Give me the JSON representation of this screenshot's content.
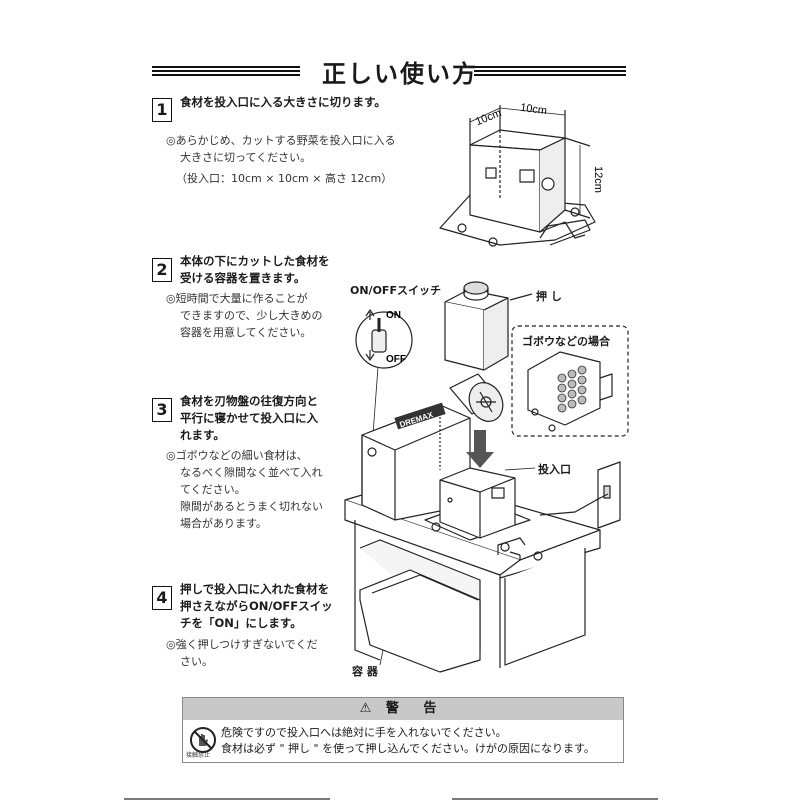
{
  "title": "正しい使い方",
  "steps": [
    {
      "num": "1",
      "title": "食材を投入口に入る大きさに切ります。",
      "notes": [
        "◎あらかじめ、カットする野菜を投入口に入る",
        "大きさに切ってください。",
        "（投入口：10cm × 10cm × 高さ 12cm）"
      ]
    },
    {
      "num": "2",
      "title_lines": [
        "本体の下にカットした食材を",
        "受ける容器を置きます。"
      ],
      "notes": [
        "◎短時間で大量に作ることが",
        "できますので、少し大きめの",
        "容器を用意してください。"
      ]
    },
    {
      "num": "3",
      "title_lines": [
        "食材を刃物盤の往復方向と",
        "平行に寝かせて投入口に入",
        "れます。"
      ],
      "notes": [
        "◎ゴボウなどの細い食材は、",
        "なるべく隙間なく並べて入れ",
        "てください。",
        "隙間があるとうまく切れない",
        "場合があります。"
      ]
    },
    {
      "num": "4",
      "title_lines": [
        "押しで投入口に入れた食材を",
        "押さえながらON/OFFスイッ"
      ],
      "title_line3_pre": "チを「",
      "title_line3_bold": "ON",
      "title_line3_post": "」にします。",
      "notes": [
        "◎強く押しつけすぎないでくだ",
        "さい。"
      ]
    }
  ],
  "illustration": {
    "dim_width": "10cm",
    "dim_depth": "10cm",
    "dim_height": "12cm",
    "switch_label": "ON/OFFスイッチ",
    "switch_on": "ON",
    "switch_off": "OFF",
    "pusher_label": "押 し",
    "burdock_label": "ゴボウなどの場合",
    "inlet_label": "投入口",
    "container_label": "容 器",
    "brand": "DREMAX"
  },
  "warning": {
    "heading": "警 告",
    "line1": "危険ですので投入口へは絶対に手を入れないでください。",
    "line2": "食材は必ず \" 押し \" を使って押し込んでください。けがの原因になります。",
    "icon_label": "接触禁止"
  }
}
